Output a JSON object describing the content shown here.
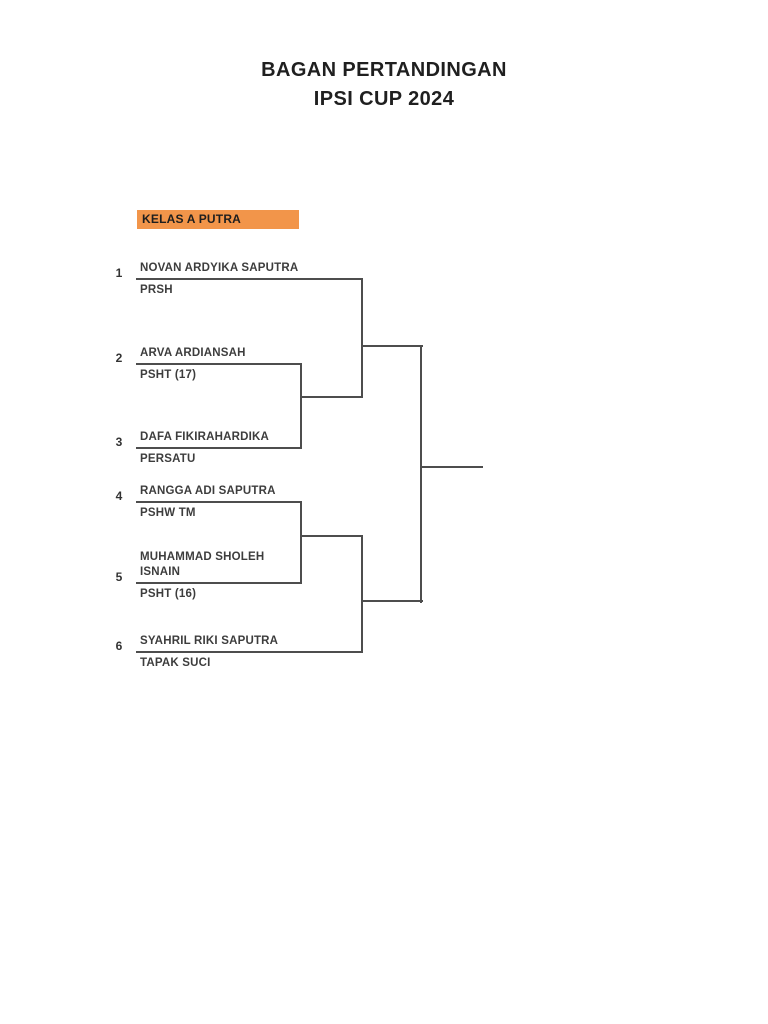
{
  "title": {
    "line1": "BAGAN PERTANDINGAN",
    "line2": "IPSI CUP 2024"
  },
  "bracket": {
    "class_label": "KELAS A PUTRA",
    "entries": [
      {
        "number": "1",
        "name": "NOVAN ARDYIKA SAPUTRA",
        "club": "PRSH"
      },
      {
        "number": "2",
        "name": "ARVA ARDIANSAH",
        "club": "PSHT (17)"
      },
      {
        "number": "3",
        "name": "DAFA FIKIRAHARDIKA",
        "club": "PERSATU"
      },
      {
        "number": "4",
        "name": "RANGGA ADI SAPUTRA",
        "club": "PSHW TM"
      },
      {
        "number": "5",
        "name": "MUHAMMAD SHOLEH\nISNAIN",
        "club": "PSHT (16)"
      },
      {
        "number": "6",
        "name": "SYAHRIL RIKI SAPUTRA",
        "club": "TAPAK SUCI"
      }
    ],
    "structure": {
      "round1_pairs": [
        [
          "2",
          "3"
        ],
        [
          "4",
          "5"
        ]
      ],
      "semifinal_pairs": [
        [
          "1",
          "winner_2_3"
        ],
        [
          "winner_4_5",
          "6"
        ]
      ],
      "final": [
        "winner_top_half",
        "winner_bottom_half"
      ]
    }
  },
  "colors": {
    "label_bg": "#F2954A",
    "line": "#4d4d4d",
    "text": "#3d3d3d"
  }
}
